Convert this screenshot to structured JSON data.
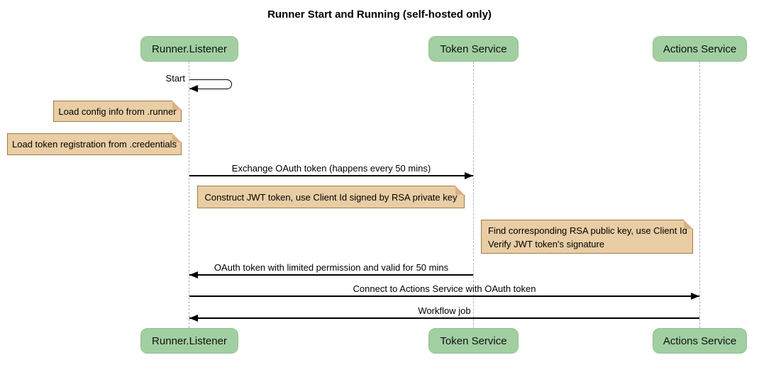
{
  "title": "Runner Start and Running (self-hosted only)",
  "colors": {
    "background": "#ffffff",
    "actor_fill": "#a2cfa2",
    "actor_border": "#8fc18f",
    "actor_text": "#111111",
    "note_fill": "#e9cda4",
    "note_border": "#9c7d48",
    "note_fold": "#d8b284",
    "lifeline": "#b3b3b3",
    "arrow": "#000000"
  },
  "actors": [
    {
      "name": "Runner.Listener"
    },
    {
      "name": "Token Service"
    },
    {
      "name": "Actions Service"
    }
  ],
  "self_message": {
    "label": "Start",
    "actor": "Runner.Listener"
  },
  "notes": [
    {
      "text": "Load config info from .runner",
      "over": "Runner.Listener"
    },
    {
      "text": "Load token registration from .credentials",
      "over": "Runner.Listener"
    },
    {
      "text": "Construct JWT token, use Client Id signed by RSA private key",
      "over": "Runner.Listener"
    },
    {
      "lines": [
        "Find corresponding RSA public key, use Client Id",
        "Verify JWT token's signature"
      ],
      "over": "Token Service"
    }
  ],
  "messages": [
    {
      "label": "Exchange OAuth token (happens every 50 mins)",
      "from": "Runner.Listener",
      "to": "Token Service"
    },
    {
      "label": "OAuth token with limited permission and valid for 50 mins",
      "from": "Token Service",
      "to": "Runner.Listener"
    },
    {
      "label": "Connect to Actions Service with OAuth token",
      "from": "Runner.Listener",
      "to": "Actions Service"
    },
    {
      "label": "Workflow job",
      "from": "Actions Service",
      "to": "Runner.Listener"
    }
  ]
}
